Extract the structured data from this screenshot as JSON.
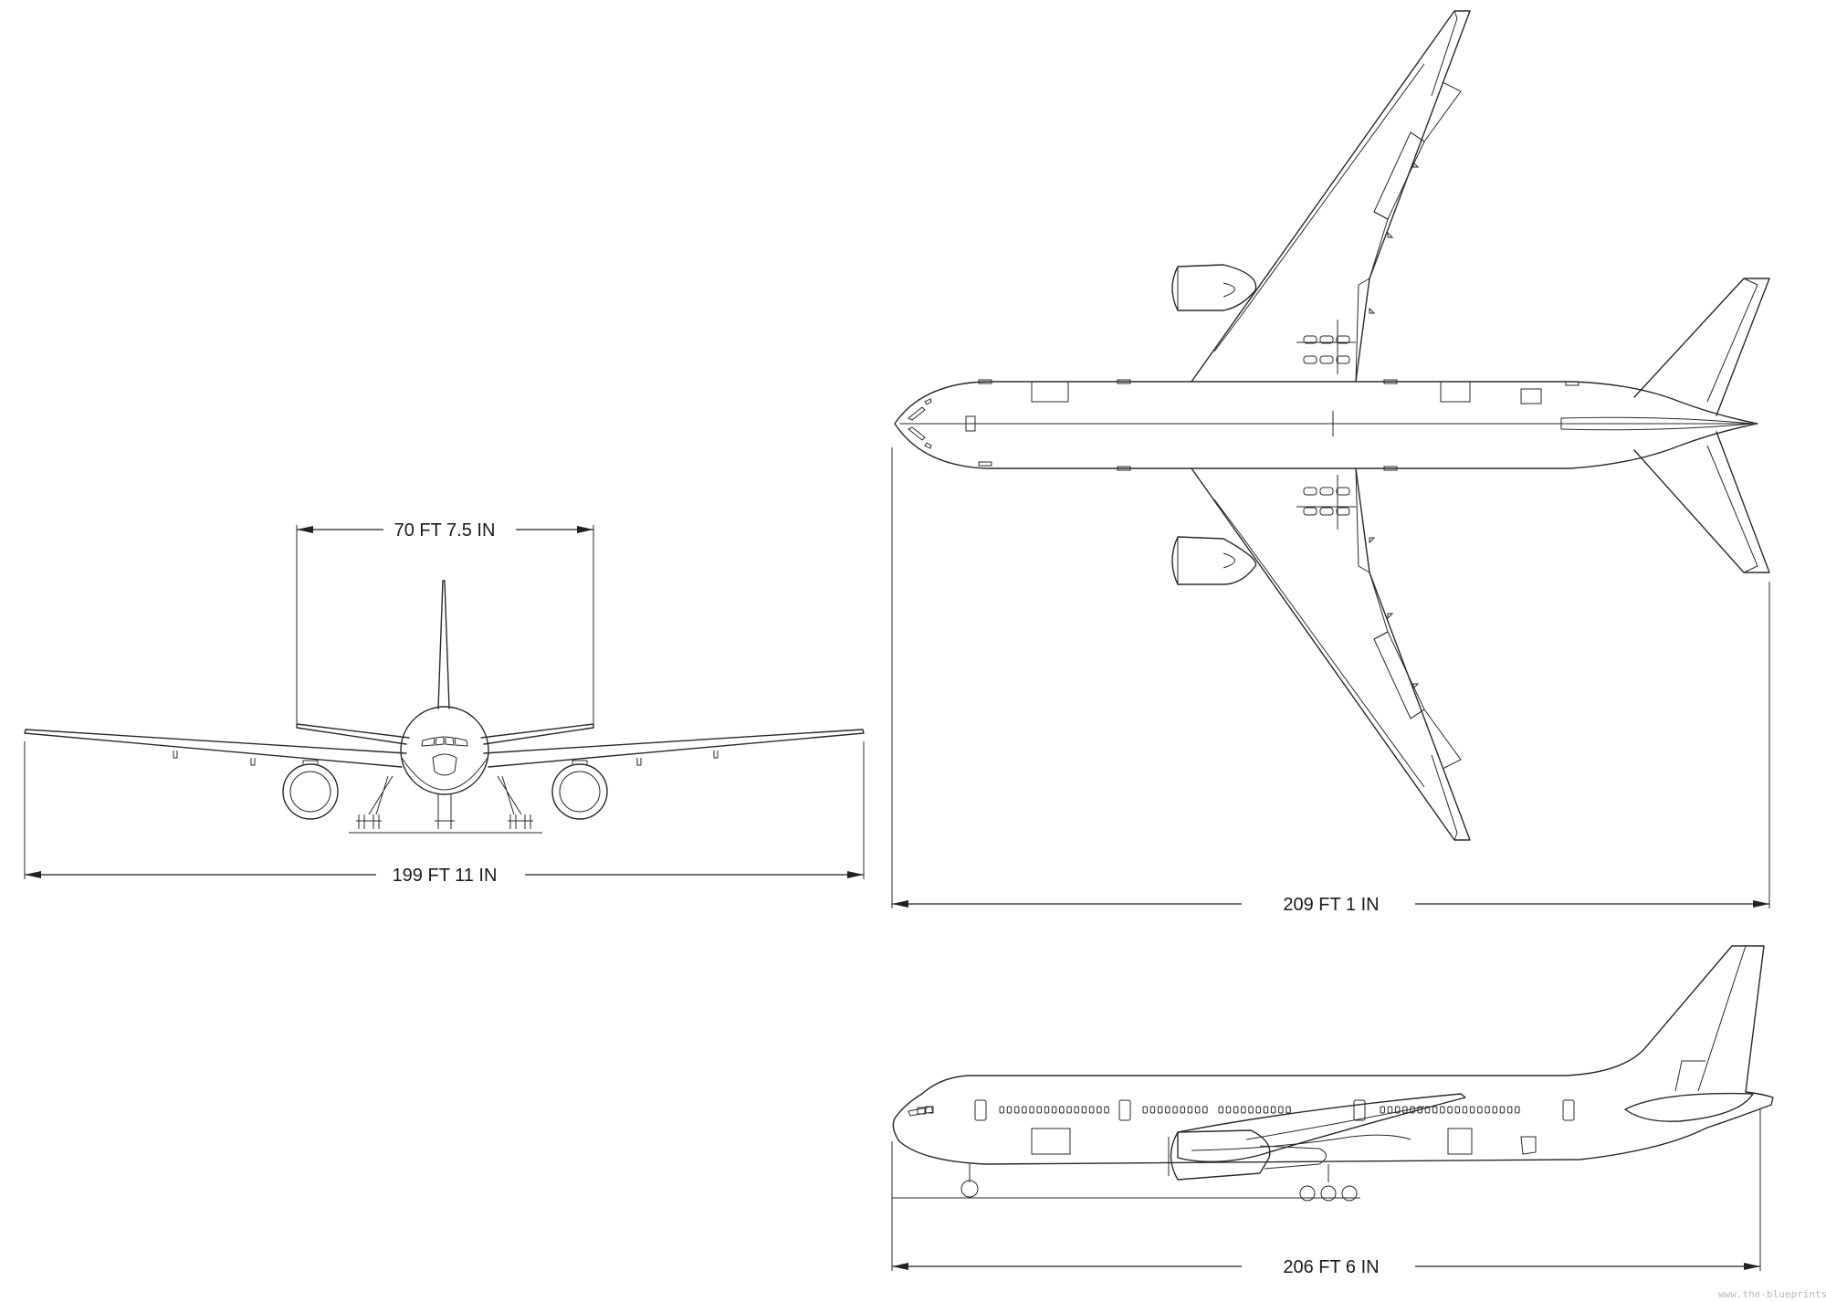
{
  "dimensions": {
    "tail_height": "70 FT 7.5 IN",
    "wingspan": "199 FT 11 IN",
    "length_top": "209 FT 1 IN",
    "length_side": "206 FT 6 IN"
  },
  "watermark": "www.the-blueprints.com",
  "colors": {
    "line": "#2a2a2a",
    "background": "#ffffff"
  }
}
